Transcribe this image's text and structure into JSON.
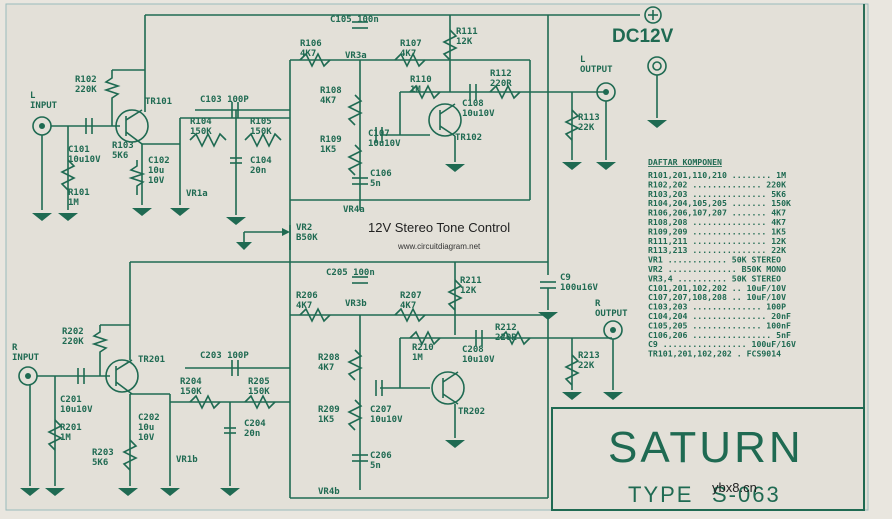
{
  "title": "12V Stereo Tone Control",
  "website": "www.circuitdiagram.net",
  "watermark": "ybx8.cn",
  "power": "DC12V",
  "brand": "SATURN",
  "type_label": "TYPE",
  "type_code": "S-063",
  "channel_left": {
    "input": "L\nINPUT",
    "output": "L\nOUTPUT",
    "r102": "R102\n220K",
    "r101": "R101\n1M",
    "c101": "C101\n10u10V",
    "r103": "R103\n5K6",
    "tr101": "TR101",
    "c102": "C102\n10u\n10V",
    "vr1": "VR1a",
    "r104": "R104\n150K",
    "r105": "R105\n150K",
    "c103": "C103   100P",
    "c104": "C104\n20n",
    "c105": "C105  100n",
    "r106": "R106\n4K7",
    "r107": "R107\n4K7",
    "vr3": "VR3a",
    "r108": "R108\n4K7",
    "r109": "R109\n1K5",
    "c107": "C107\n10u10V",
    "c106": "C106\n5n",
    "vr4": "VR4a",
    "r110": "R110\n1M",
    "r111": "R111\n12K",
    "r112": "R112\n220R",
    "c108": "C108\n10u10V",
    "tr102": "TR102",
    "r113": "R113\n22K"
  },
  "channel_right": {
    "input": "R\nINPUT",
    "output": "R\nOUTPUT",
    "r202": "R202\n220K",
    "r201": "R201\n1M",
    "c201": "C201\n10u10V",
    "r203": "R203\n5K6",
    "tr201": "TR201",
    "c202": "C202\n10u\n10V",
    "vr1": "VR1b",
    "r204": "R204\n150K",
    "r205": "R205\n150K",
    "c203": "C203   100P",
    "c204": "C204\n20n",
    "c205": "C205  100n",
    "r206": "R206\n4K7",
    "r207": "R207\n4K7",
    "vr3": "VR3b",
    "r208": "R208\n4K7",
    "r209": "R209\n1K5",
    "c207": "C207\n10u10V",
    "c206": "C206\n5n",
    "vr4": "VR4b",
    "r210": "R210\n1M",
    "r211": "R211\n12K",
    "r212": "R212\n220R",
    "c208": "C208\n10u10V",
    "tr202": "TR202",
    "r213": "R213\n22K"
  },
  "shared": {
    "vr2": "VR2\nB50K",
    "c9": "C9\n100u16V"
  },
  "parts_list_heading": "DAFTAR KOMPONEN",
  "parts_list": [
    "R101,201,110,210 ........ 1M",
    "R102,202 .............. 220K",
    "R103,203 ............... 5K6",
    "R104,204,105,205 ....... 150K",
    "R106,206,107,207 ....... 4K7",
    "R108,208 ............... 4K7",
    "R109,209 ............... 1K5",
    "R111,211 ............... 12K",
    "R113,213 ............... 22K",
    "VR1 ............ 50K STEREO",
    "VR2 .............. B50K MONO",
    "VR3,4 .......... 50K STEREO",
    "C101,201,102,202 .. 10uF/10V",
    "C107,207,108,208 .. 10uF/10V",
    "C103,203 .............. 100P",
    "C104,204 ............... 20nF",
    "C105,205 .............. 100nF",
    "C106,206 ................ 5nF",
    "C9 ................. 100uF/16V",
    "TR101,201,102,202 . FCS9014"
  ]
}
